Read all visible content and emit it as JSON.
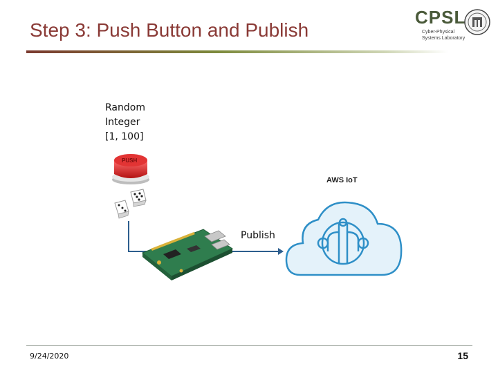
{
  "slide": {
    "title": "Step 3: Push Button and Publish",
    "random_label": [
      "Random",
      "Integer",
      "[1, 100]"
    ],
    "button_text": "PUSH",
    "publish_label": "Publish",
    "aws_label": "AWS IoT",
    "footer_date": "9/24/2020",
    "page_number": "15"
  },
  "logo": {
    "text": "CPSL",
    "subtitle_line1": "Cyber-Physical",
    "subtitle_line2": "Systems Laboratory"
  },
  "colors": {
    "title": "#8a3a36",
    "cloud_fill": "#e4f2fa",
    "cloud_stroke": "#2e8fc7",
    "arrow": "#2d5e8e"
  }
}
